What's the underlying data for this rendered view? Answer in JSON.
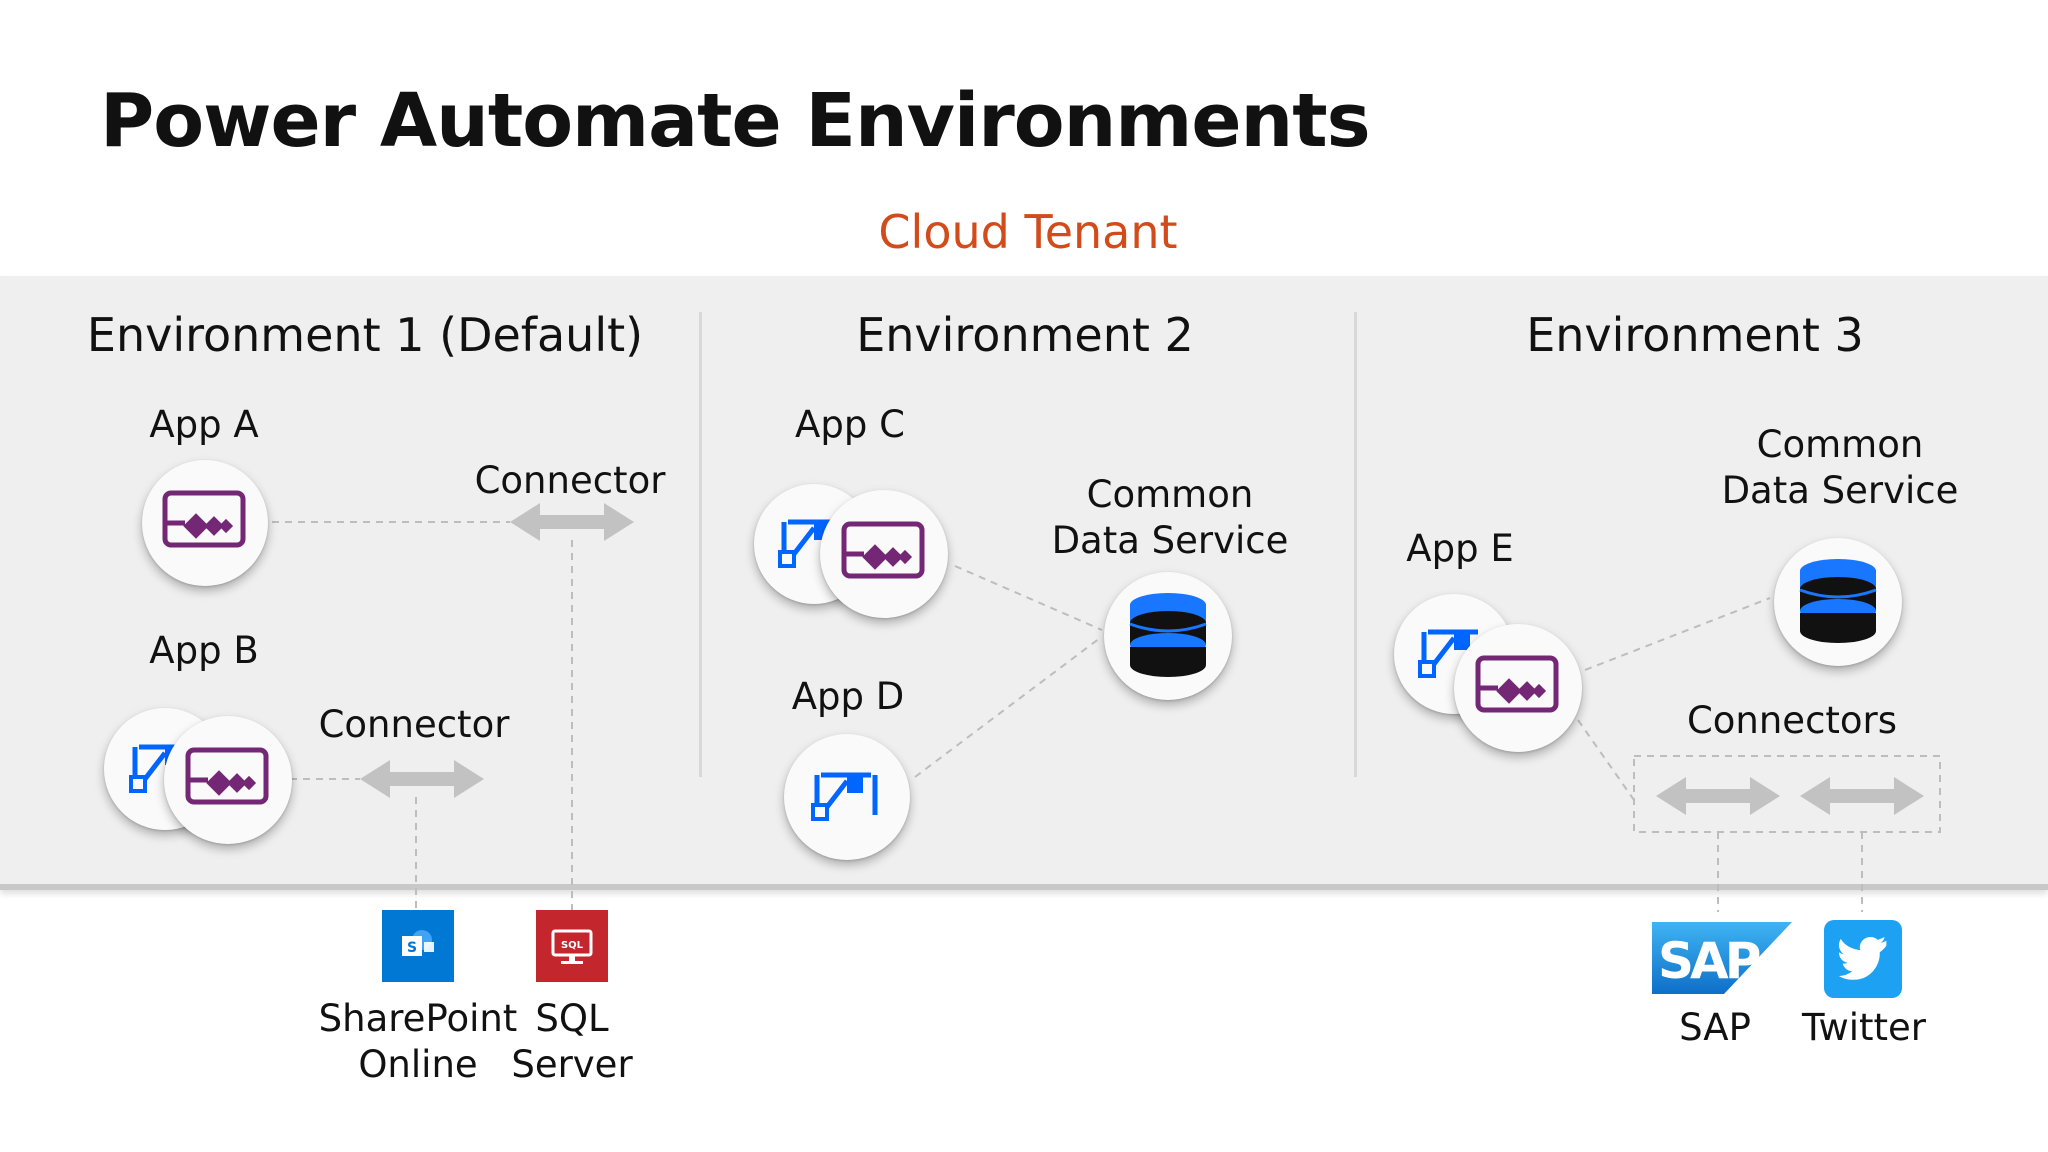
{
  "title": "Power Automate Environments",
  "tenant_label": "Cloud Tenant",
  "colors": {
    "tenant": "#d24b1a",
    "powerapps": "#742774",
    "flow": "#0066ff",
    "sharepoint": "#0078d4",
    "sql": "#c4262e",
    "sap": "#1a8de1",
    "twitter": "#1da1f2"
  },
  "environments": [
    {
      "title": "Environment 1 (Default)",
      "apps": [
        {
          "label": "App A",
          "icon": "powerapps-icon"
        },
        {
          "label": "App B",
          "icons": [
            "flow-icon",
            "powerapps-icon"
          ]
        }
      ],
      "connectors": [
        "Connector",
        "Connector"
      ]
    },
    {
      "title": "Environment 2",
      "apps": [
        {
          "label": "App C",
          "icons": [
            "flow-icon",
            "powerapps-icon"
          ]
        },
        {
          "label": "App D",
          "icon": "flow-icon"
        }
      ],
      "database_label_line1": "Common",
      "database_label_line2": "Data Service"
    },
    {
      "title": "Environment 3",
      "apps": [
        {
          "label": "App E",
          "icons": [
            "flow-icon",
            "powerapps-icon"
          ]
        }
      ],
      "database_label_line1": "Common",
      "database_label_line2": "Data Service",
      "connectors_label": "Connectors"
    }
  ],
  "services": [
    {
      "name_line1": "SharePoint",
      "name_line2": "Online",
      "icon": "sharepoint-icon"
    },
    {
      "name_line1": "SQL",
      "name_line2": "Server",
      "icon": "sql-server-icon",
      "badge": "SQL"
    },
    {
      "name_line1": "SAP",
      "icon": "sap-logo"
    },
    {
      "name_line1": "Twitter",
      "icon": "twitter-icon"
    }
  ]
}
